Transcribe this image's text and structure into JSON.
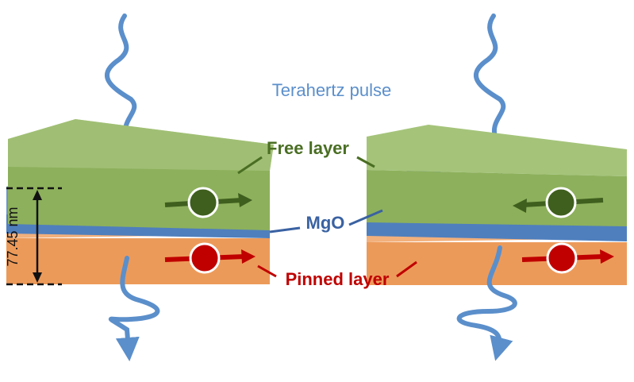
{
  "labels": {
    "pulse": "Terahertz pulse",
    "free": "Free layer",
    "mgo": "MgO",
    "pinned": "Pinned layer",
    "thickness": "77.45 nm"
  },
  "colors": {
    "wave": "#5b8fcb",
    "free_front": "#8db05c",
    "free_top": "#a5c47a",
    "free_label": "#4a6e23",
    "mgo": "#4f7fbd",
    "mgo_label": "#3a62a2",
    "pinned_front": "#ec9a5a",
    "pinned_top": "#f2b07c",
    "pinned_label": "#c00000",
    "free_spin": "#3f5f1e",
    "pinned_spin": "#c00000"
  },
  "devices": [
    {
      "name": "left",
      "free_direction": "right",
      "pinned_direction": "right"
    },
    {
      "name": "right",
      "free_direction": "left",
      "pinned_direction": "right"
    }
  ]
}
